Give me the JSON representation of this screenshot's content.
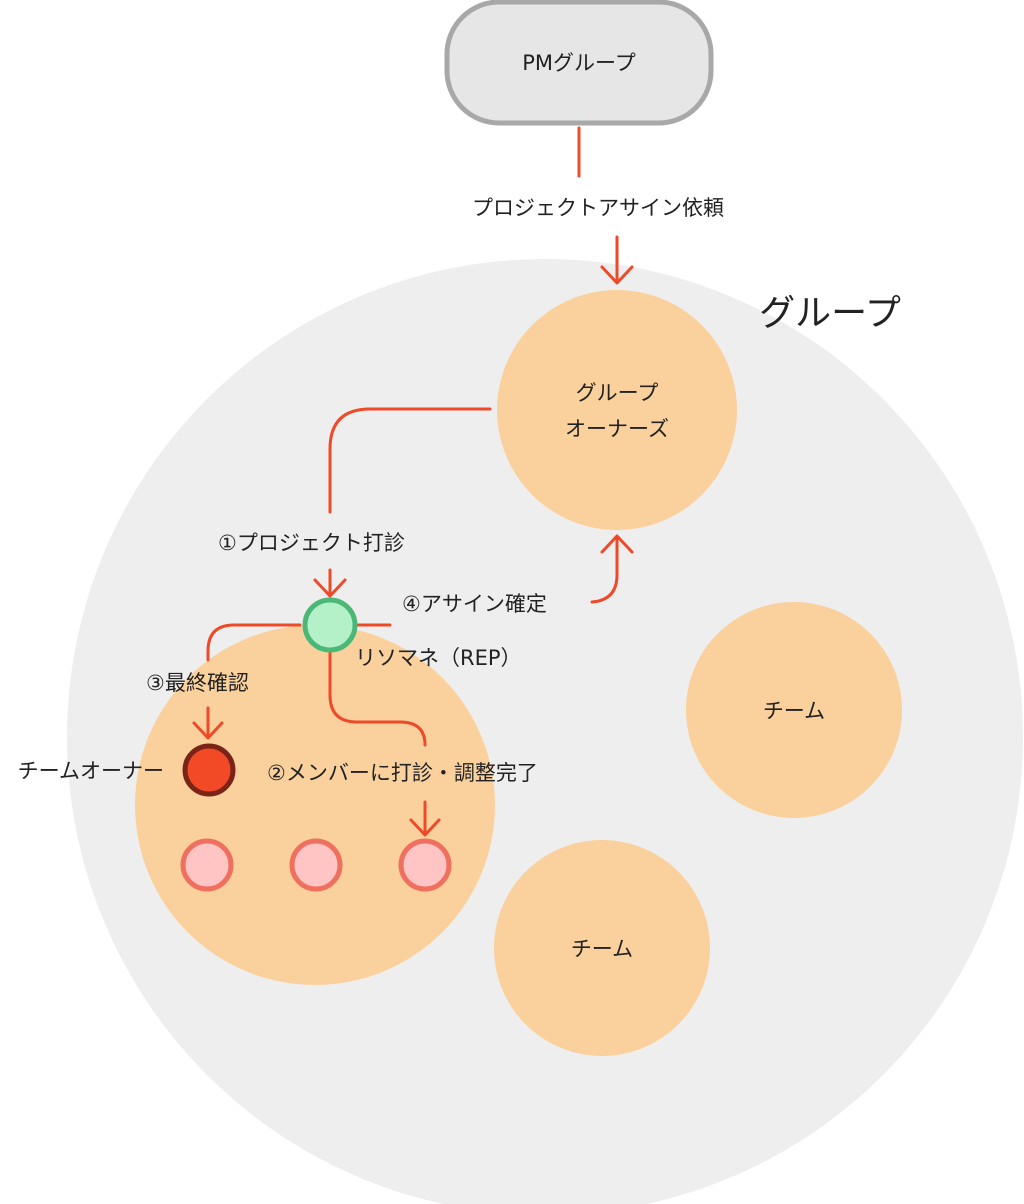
{
  "pm_group": {
    "label": "PMグループ"
  },
  "group": {
    "title": "グループ"
  },
  "group_owners": {
    "line1": "グループ",
    "line2": "オーナーズ"
  },
  "flow": {
    "request": "プロジェクトアサイン依頼",
    "step1": "①プロジェクト打診",
    "step2": "②メンバーに打診・調整完了",
    "step3": "③最終確認",
    "step4": "④アサイン確定"
  },
  "roles": {
    "rep": "リソマネ（REP）",
    "team_owner": "チームオーナー"
  },
  "teams": [
    {
      "label": "チーム"
    },
    {
      "label": "チーム"
    }
  ],
  "colors": {
    "group_bg": "#efeeee",
    "peach": "#fad19d",
    "accent": "#ee4a2a",
    "rep_fill": "#b4f0c8",
    "rep_stroke": "#4cb878",
    "owner_fill": "#f24a26",
    "owner_stroke": "#7a2418",
    "member_fill": "#ffc4c4",
    "member_stroke": "#f07060",
    "pm_fill": "#e6e6e6",
    "pm_stroke": "#a8a8a8"
  }
}
